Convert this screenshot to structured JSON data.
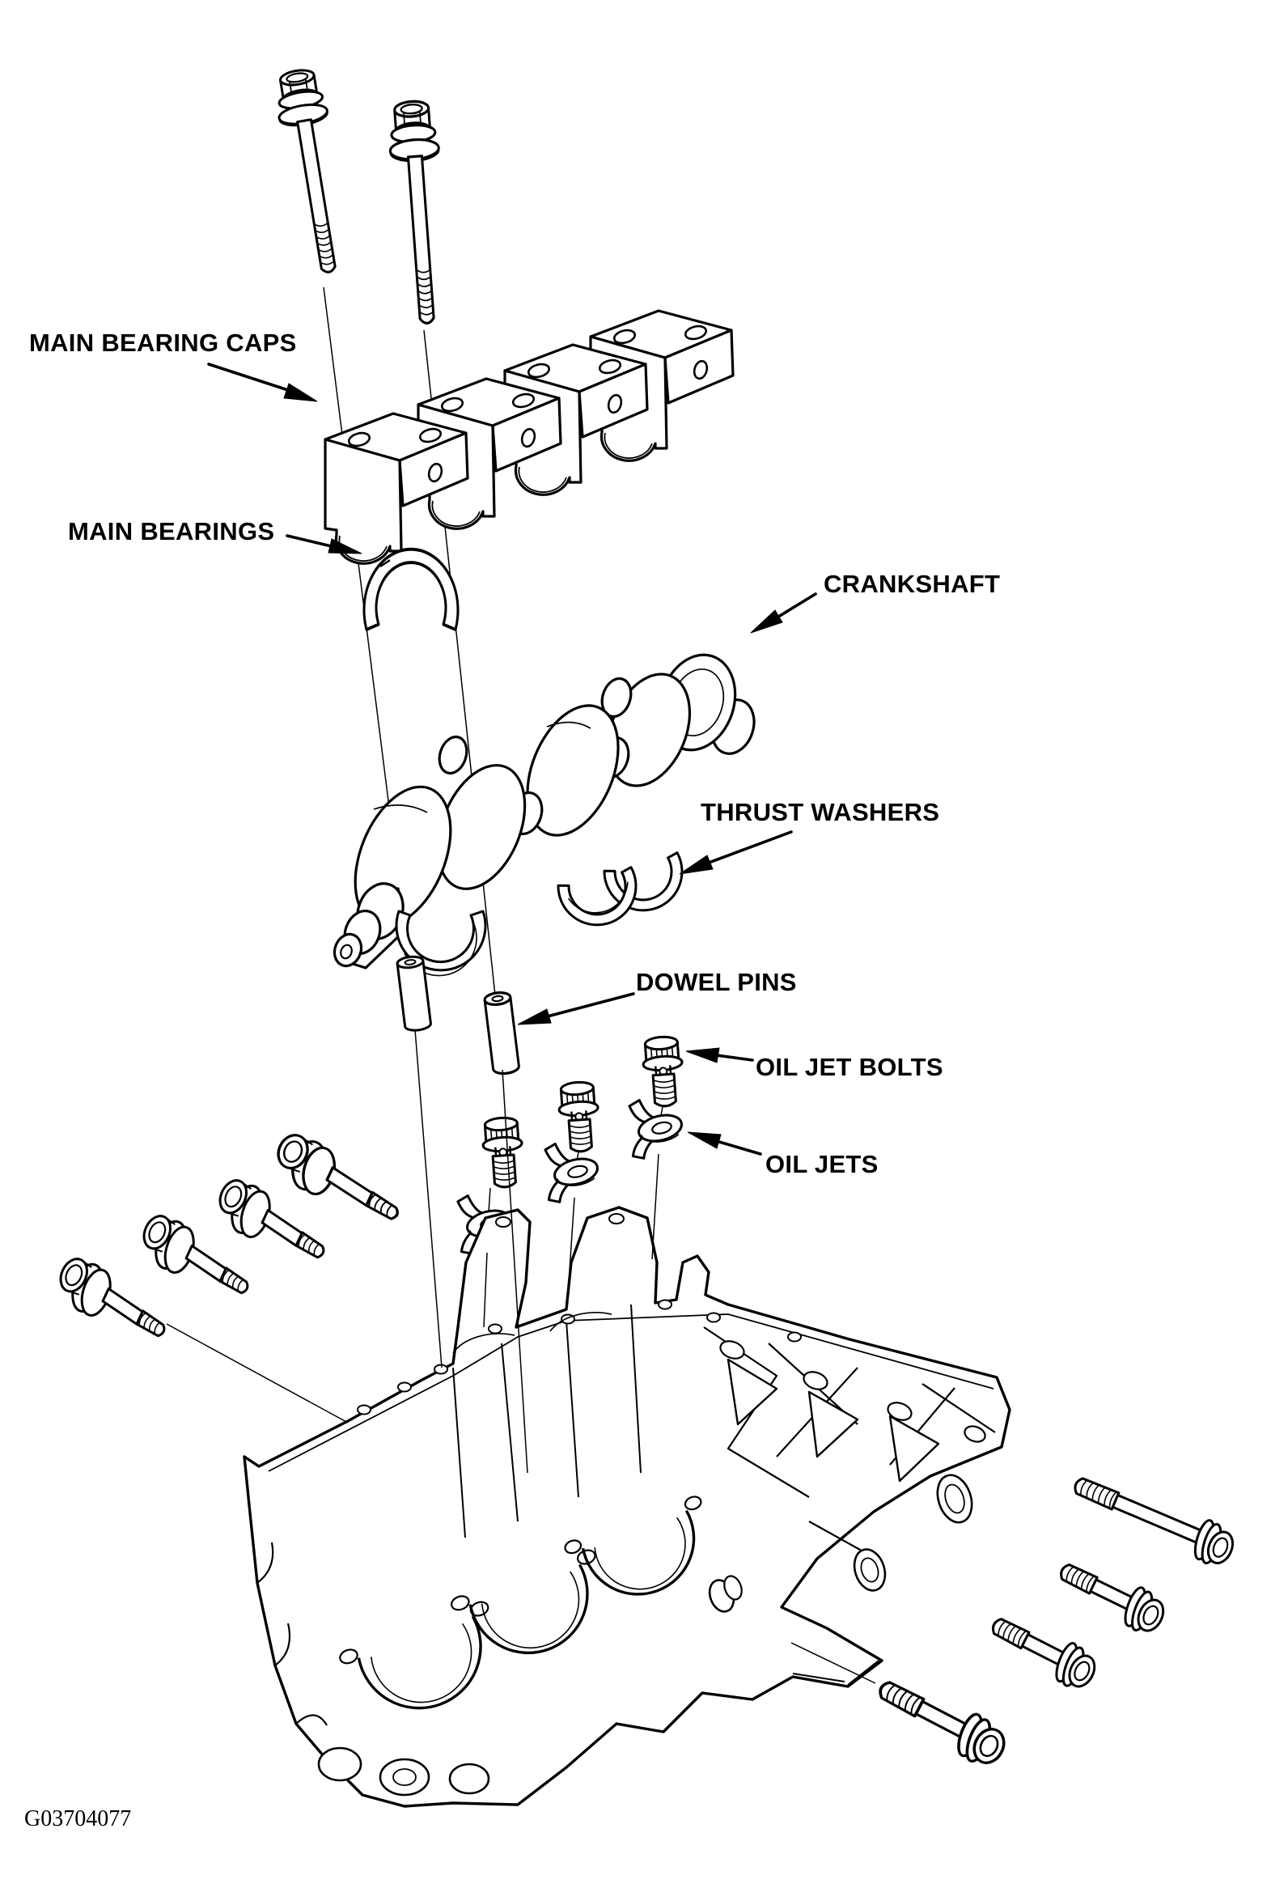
{
  "figure": {
    "id": "G03704077",
    "background_color": "#ffffff",
    "line_color": "#000000",
    "type": "exploded-parts-diagram"
  },
  "labels": {
    "main_bearing_caps": "MAIN BEARING CAPS",
    "main_bearings": "MAIN BEARINGS",
    "crankshaft": "CRANKSHAFT",
    "thrust_washers": "THRUST WASHERS",
    "dowel_pins": "DOWEL PINS",
    "oil_jet_bolts": "OIL JET BOLTS",
    "oil_jets": "OIL JETS"
  },
  "parts": [
    {
      "name": "Main bearing cap bolts (top)",
      "quantity": 2
    },
    {
      "name": "Main bearing caps",
      "quantity": 4
    },
    {
      "name": "Main bearings (half shells)",
      "quantity": 2
    },
    {
      "name": "Crankshaft",
      "quantity": 1
    },
    {
      "name": "Thrust washers",
      "quantity": 2
    },
    {
      "name": "Dowel pins",
      "quantity": 2
    },
    {
      "name": "Oil jet bolts",
      "quantity": 3
    },
    {
      "name": "Oil jets",
      "quantity": 3
    },
    {
      "name": "Block side bolts (left group)",
      "quantity": 4
    },
    {
      "name": "Block side bolts (right group)",
      "quantity": 4
    },
    {
      "name": "Engine block",
      "quantity": 1
    }
  ]
}
